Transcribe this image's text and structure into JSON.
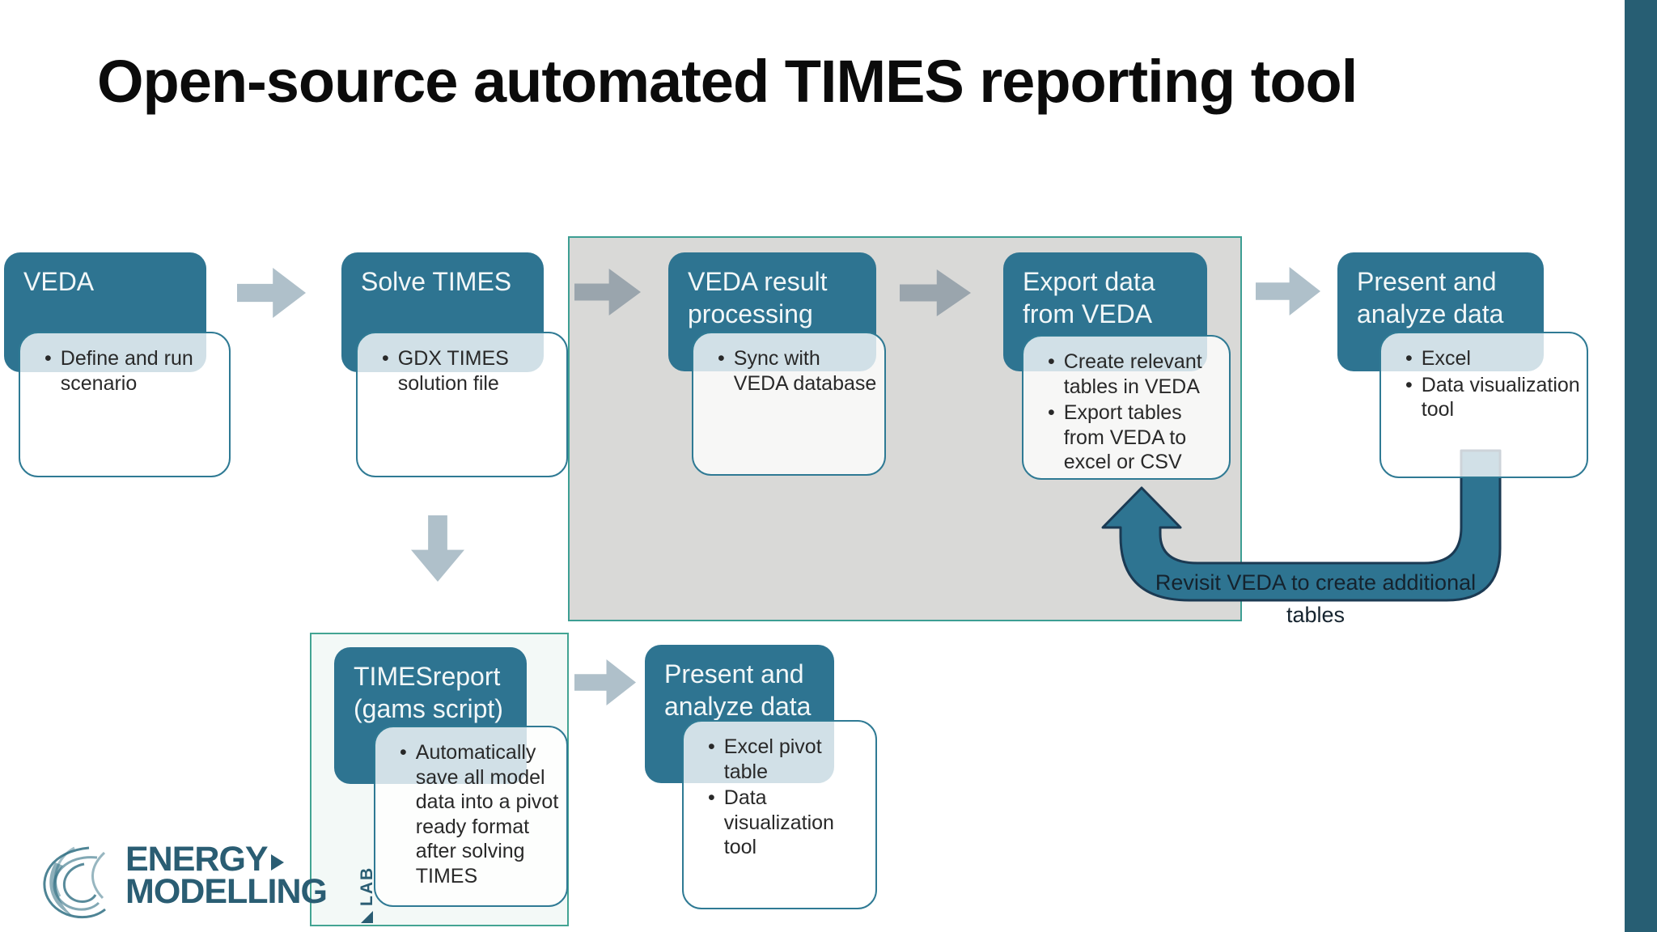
{
  "slide": {
    "title": "Open-source automated TIMES reporting tool"
  },
  "blocks": {
    "veda": {
      "title": "VEDA",
      "bullets": [
        "Define and run scenario"
      ]
    },
    "solve_times": {
      "title": "Solve TIMES",
      "bullets": [
        "GDX TIMES solution file"
      ]
    },
    "veda_result": {
      "title": "VEDA result processing",
      "bullets": [
        "Sync with VEDA database"
      ]
    },
    "export_data": {
      "title": "Export data from VEDA",
      "bullets": [
        "Create relevant tables in VEDA",
        "Export tables from VEDA to excel or CSV"
      ]
    },
    "present_top": {
      "title": "Present and analyze data",
      "bullets": [
        "Excel",
        "Data visualization tool"
      ]
    },
    "timesreport": {
      "title": "TIMESreport (gams script)",
      "bullets": [
        "Automatically save all model data into a pivot ready format after solving TIMES"
      ]
    },
    "present_bottom": {
      "title": "Present and analyze data",
      "bullets": [
        "Excel pivot table",
        "Data visualization tool"
      ]
    }
  },
  "annotation": {
    "revisit_label": "Revisit VEDA to create additional tables"
  },
  "logo": {
    "energy": "ENERGY",
    "modelling": "MODELLING",
    "lab": "LAB"
  },
  "colors": {
    "step_teal": "#2E7491",
    "uturn_outline": "#1B3A53",
    "sidebar_teal": "#275E73",
    "gray_region_fill": "#D9D9D7",
    "gray_region_border": "#3D9E93",
    "mint_region_fill": "#F3F9F7",
    "arrow_light": "#AFC0CA",
    "arrow_dark": "#9AA5AD",
    "logo_teal": "#2A5D73"
  }
}
